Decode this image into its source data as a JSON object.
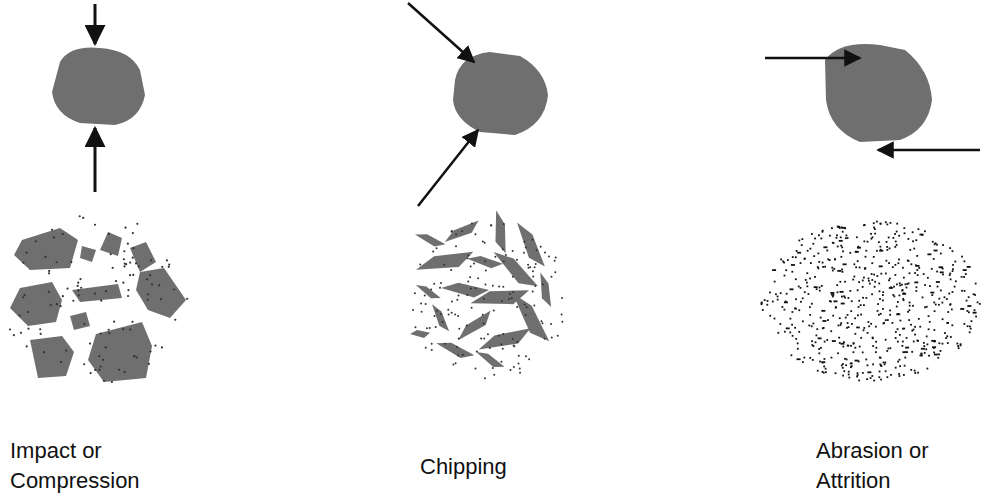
{
  "diagram": {
    "labels": [
      "Impact or Compression",
      "Chipping",
      "Abrasion or Attrition"
    ]
  }
}
